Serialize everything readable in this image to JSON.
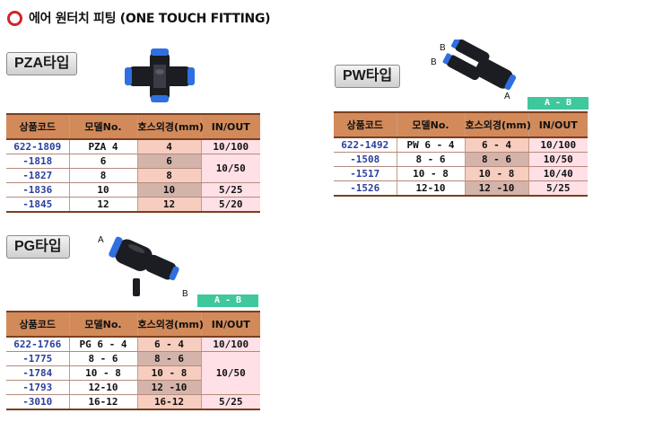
{
  "header": {
    "title": "에어 원터치 피팅 (ONE TOUCH FITTING)"
  },
  "pza": {
    "label": "PZA타입",
    "columns": [
      "상품코드",
      "모델No.",
      "호스외경(mm)",
      "IN/OUT"
    ],
    "rows": [
      {
        "code": "622-1809",
        "model": "PZA  4",
        "hose": "4",
        "io": "10/100"
      },
      {
        "code": "-1818",
        "model": "6",
        "hose": "6",
        "io": "10/50"
      },
      {
        "code": "-1827",
        "model": "8",
        "hose": "8",
        "io": ""
      },
      {
        "code": "-1836",
        "model": "10",
        "hose": "10",
        "io": "5/25"
      },
      {
        "code": "-1845",
        "model": "12",
        "hose": "12",
        "io": "5/20"
      }
    ]
  },
  "pw": {
    "label": "PW타입",
    "ab": "A - B",
    "img_labels": {
      "b1": "B",
      "b2": "B",
      "a": "A"
    },
    "columns": [
      "상품코드",
      "모델No.",
      "호스외경(mm)",
      "IN/OUT"
    ],
    "rows": [
      {
        "code": "622-1492",
        "model": "PW  6 - 4",
        "hose": "6 - 4",
        "io": "10/100"
      },
      {
        "code": "-1508",
        "model": "8 - 6",
        "hose": "8 - 6",
        "io": "10/50"
      },
      {
        "code": "-1517",
        "model": "10 - 8",
        "hose": "10 - 8",
        "io": "10/40"
      },
      {
        "code": "-1526",
        "model": "12-10",
        "hose": "12 -10",
        "io": "5/25"
      }
    ]
  },
  "pg": {
    "label": "PG타입",
    "ab": "A - B",
    "img_labels": {
      "a": "A",
      "b": "B"
    },
    "columns": [
      "상품코드",
      "모델No.",
      "호스외경(mm)",
      "IN/OUT"
    ],
    "rows": [
      {
        "code": "622-1766",
        "model": "PG  6 - 4",
        "hose": "6 - 4",
        "io": "10/100"
      },
      {
        "code": "-1775",
        "model": "8 - 6",
        "hose": "8 - 6",
        "io": ""
      },
      {
        "code": "-1784",
        "model": "10 - 8",
        "hose": "10 - 8",
        "io": "10/50"
      },
      {
        "code": "-1793",
        "model": "12-10",
        "hose": "12 -10",
        "io": ""
      },
      {
        "code": "-3010",
        "model": "16-12",
        "hose": "16-12",
        "io": "5/25"
      }
    ]
  },
  "colors": {
    "header_bg": "#d28a5a",
    "hose_bg": "#f7cdbf",
    "io_bg": "#ffe0e7",
    "code_text": "#2a3f9c",
    "ab_bg": "#3fc89c",
    "ring": "#d0242b",
    "fitting_body": "#1b1d22",
    "fitting_ring": "#2f6fe0"
  }
}
